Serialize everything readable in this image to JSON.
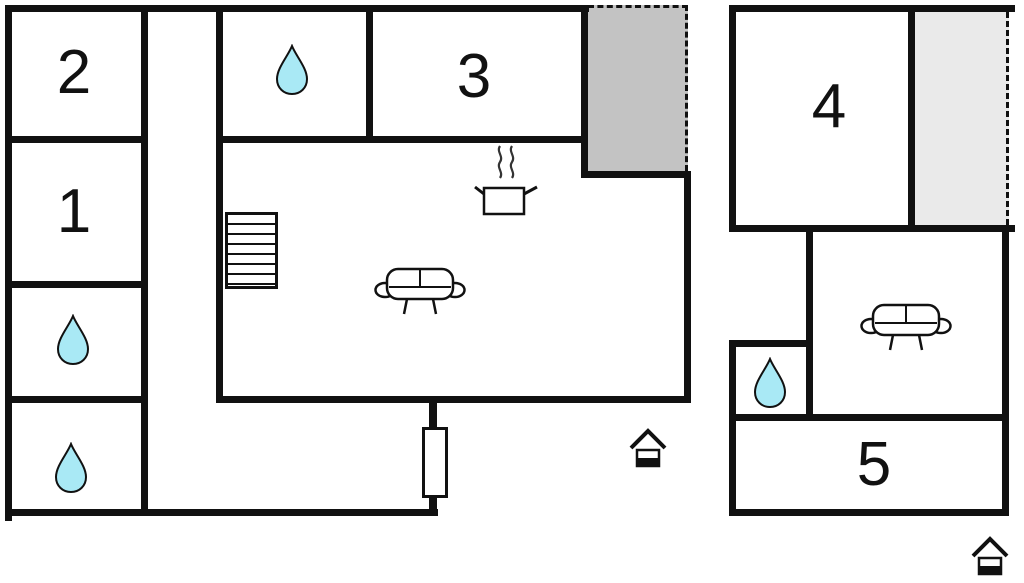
{
  "plan": {
    "type": "floor-plan",
    "buildings": 2
  },
  "colors": {
    "bg": "#ffffff",
    "wall": "#111111",
    "line": "#111111",
    "drop-fill": "#a9e9f5",
    "terrace-dark": "#c3c3c3",
    "terrace-light": "#eaeaea"
  },
  "rooms": {
    "r1": {
      "label": "1"
    },
    "r2": {
      "label": "2"
    },
    "r3": {
      "label": "3"
    },
    "r4": {
      "label": "4"
    },
    "r5": {
      "label": "5"
    }
  },
  "icons": [
    {
      "name": "water-drop-icon",
      "count": 4
    },
    {
      "name": "sofa-icon",
      "count": 2
    },
    {
      "name": "stove-icon",
      "count": 1
    },
    {
      "name": "stairs-icon",
      "count": 1
    },
    {
      "name": "house-icon",
      "count": 2
    }
  ]
}
